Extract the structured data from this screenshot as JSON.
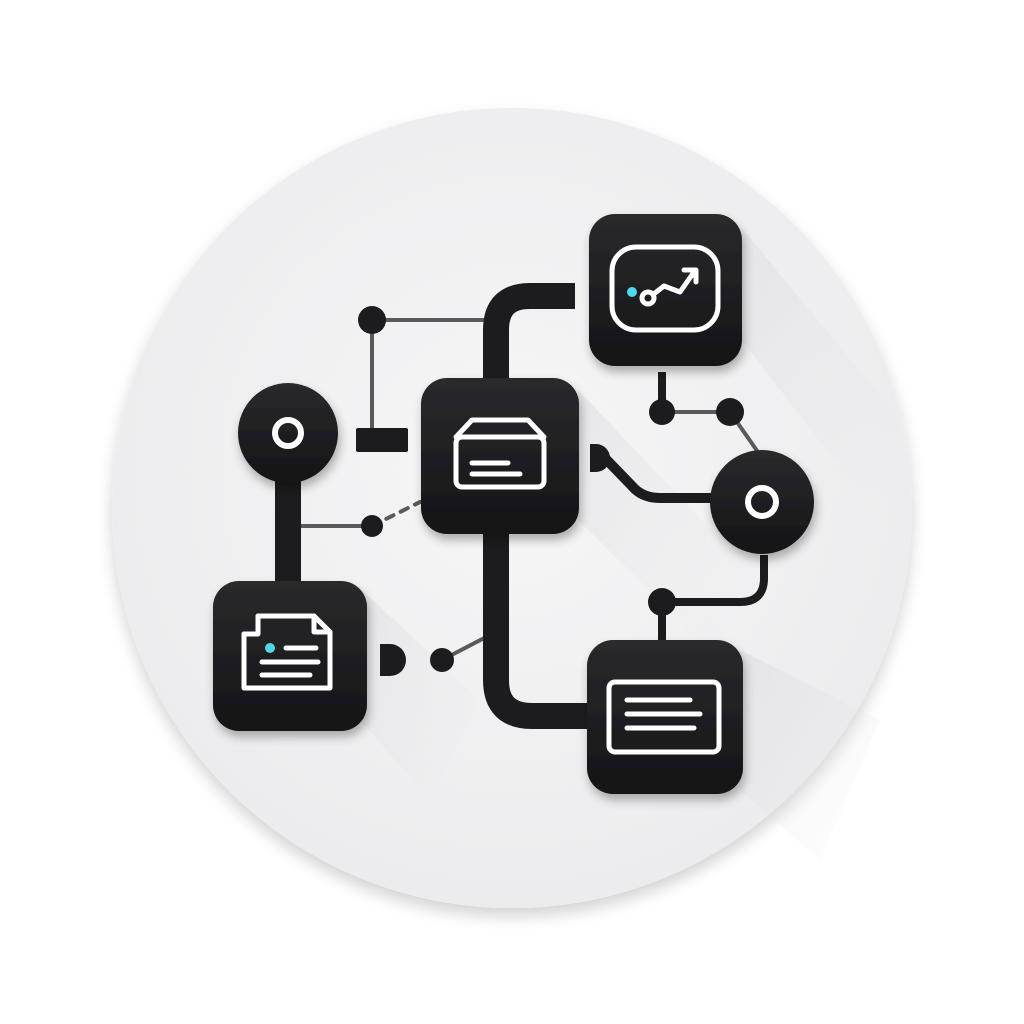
{
  "colors": {
    "background": "#ffffff",
    "disc": "#f0f0f1",
    "tile": "#1c1c1e",
    "connector": "#1c1c1e",
    "thin_line": "#5a5a5e",
    "icon_stroke": "#ffffff",
    "accent": "#4fd8e8"
  },
  "nodes": [
    {
      "id": "inbox-tile",
      "kind": "square",
      "icon": "inbox-tray-icon"
    },
    {
      "id": "trend-tile",
      "kind": "square",
      "icon": "trend-chart-icon"
    },
    {
      "id": "document-tile",
      "kind": "square",
      "icon": "document-icon"
    },
    {
      "id": "text-panel-tile",
      "kind": "square",
      "icon": "text-panel-icon"
    },
    {
      "id": "left-round-node",
      "kind": "circle",
      "icon": "ring-icon"
    },
    {
      "id": "right-round-node",
      "kind": "circle",
      "icon": "ring-icon"
    }
  ],
  "edges": [
    {
      "from": "left-round-node",
      "to": "inbox-tile"
    },
    {
      "from": "left-round-node",
      "to": "document-tile"
    },
    {
      "from": "inbox-tile",
      "to": "trend-tile"
    },
    {
      "from": "inbox-tile",
      "to": "right-round-node"
    },
    {
      "from": "inbox-tile",
      "to": "text-panel-tile"
    },
    {
      "from": "trend-tile",
      "to": "right-round-node"
    },
    {
      "from": "right-round-node",
      "to": "text-panel-tile"
    },
    {
      "from": "document-tile",
      "to": "inbox-tile"
    }
  ]
}
